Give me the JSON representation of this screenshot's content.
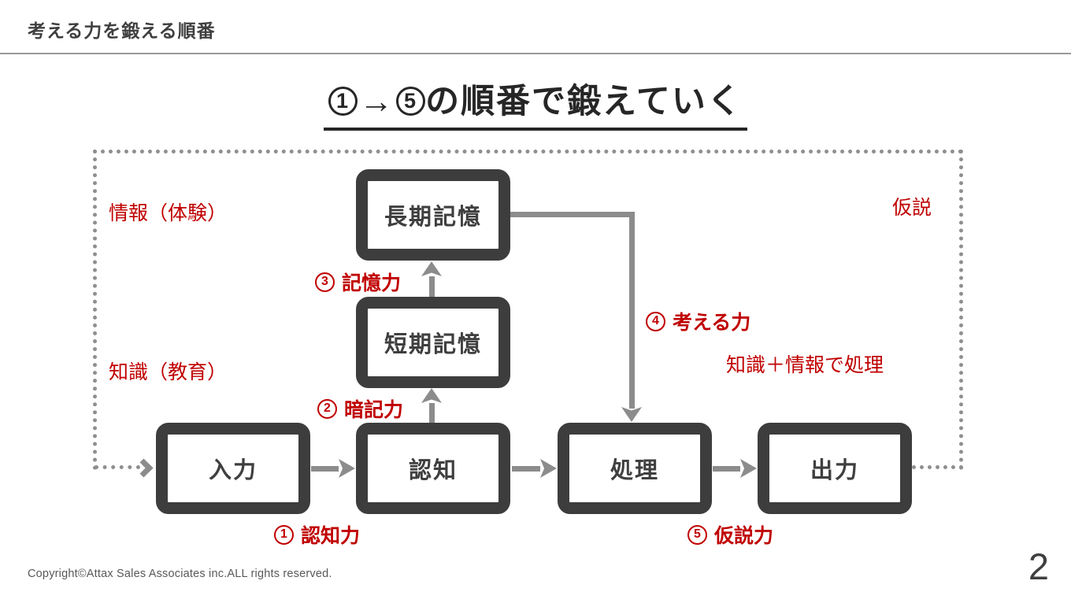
{
  "header": {
    "title": "考える力を鍛える順番"
  },
  "main_title": {
    "num_start": "1",
    "arrow": "→",
    "num_end": "5",
    "text": "の順番で鍛えていく"
  },
  "boxes": {
    "long_term": "長期記憶",
    "short_term": "短期記憶",
    "input": "入力",
    "recognition": "認知",
    "processing": "処理",
    "output": "出力"
  },
  "labels": {
    "info": "情報（体験）",
    "knowledge": "知識（教育）",
    "hypothesis": "仮説",
    "process_note": "知識＋情報で処理",
    "step1": {
      "num": "1",
      "text": "認知力"
    },
    "step2": {
      "num": "2",
      "text": "暗記力"
    },
    "step3": {
      "num": "3",
      "text": "記憶力"
    },
    "step4": {
      "num": "4",
      "text": "考える力"
    },
    "step5": {
      "num": "5",
      "text": "仮説力"
    }
  },
  "footer": {
    "copyright": "Copyright©Attax Sales Associates inc.ALL rights reserved.",
    "page_number": "2"
  },
  "colors": {
    "accent_red": "#c00000",
    "node_border": "#3d3d3d",
    "arrow_gray": "#8c8c8c",
    "dotted_gray": "#8f8f8f",
    "title_text": "#262626"
  }
}
